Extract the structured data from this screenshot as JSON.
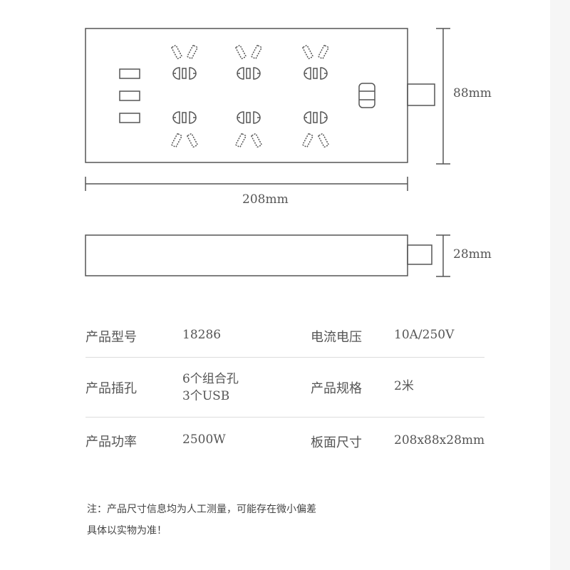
{
  "dimensions": {
    "width": "208mm",
    "depth": "88mm",
    "height": "28mm"
  },
  "specs": [
    {
      "label": "产品型号",
      "value": [
        "18286"
      ]
    },
    {
      "label": "电流电压",
      "value": [
        "10A/250V"
      ]
    },
    {
      "label": "产品插孔",
      "value": [
        "6个组合孔",
        "3个USB"
      ]
    },
    {
      "label": "产品规格",
      "value": [
        "2米"
      ]
    },
    {
      "label": "产品功率",
      "value": [
        "2500W"
      ]
    },
    {
      "label": "板面尺寸",
      "value": [
        "208x88x28mm"
      ]
    }
  ],
  "note": {
    "line1": "注：产品尺寸信息均为人工测量，可能存在微小偏差",
    "line2": "具体以实物为准！"
  },
  "colors": {
    "line": "#555555",
    "text": "#444444",
    "divider": "#dcdcdc"
  }
}
